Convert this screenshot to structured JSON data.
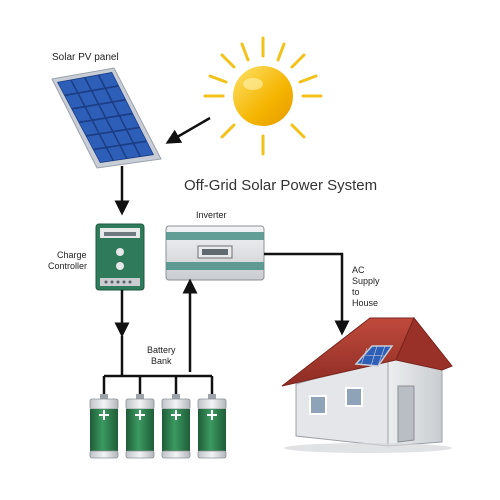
{
  "title": "Off-Grid Solar Power System",
  "labels": {
    "solar_panel": "Solar PV panel",
    "charge_controller_line1": "Charge",
    "charge_controller_line2": "Controller",
    "inverter": "Inverter",
    "battery_line1": "Battery",
    "battery_line2": "Bank",
    "ac_line1": "AC",
    "ac_line2": "Supply",
    "ac_line3": "to",
    "ac_line4": "House"
  },
  "icons": [
    "sun-icon",
    "solar-panel-icon",
    "charge-controller-icon",
    "inverter-icon",
    "battery-icon",
    "house-icon"
  ],
  "colors": {
    "panel_cell": "#2e5fb8",
    "panel_frame": "#c8cdd6",
    "sun": "#f5b400",
    "sun_rays": "#f2c21a",
    "battery_green": "#2f7b4d",
    "controller_green": "#2e7a5a",
    "roof": "#a8362c",
    "wall": "#dfe1e4",
    "line": "#111111"
  }
}
